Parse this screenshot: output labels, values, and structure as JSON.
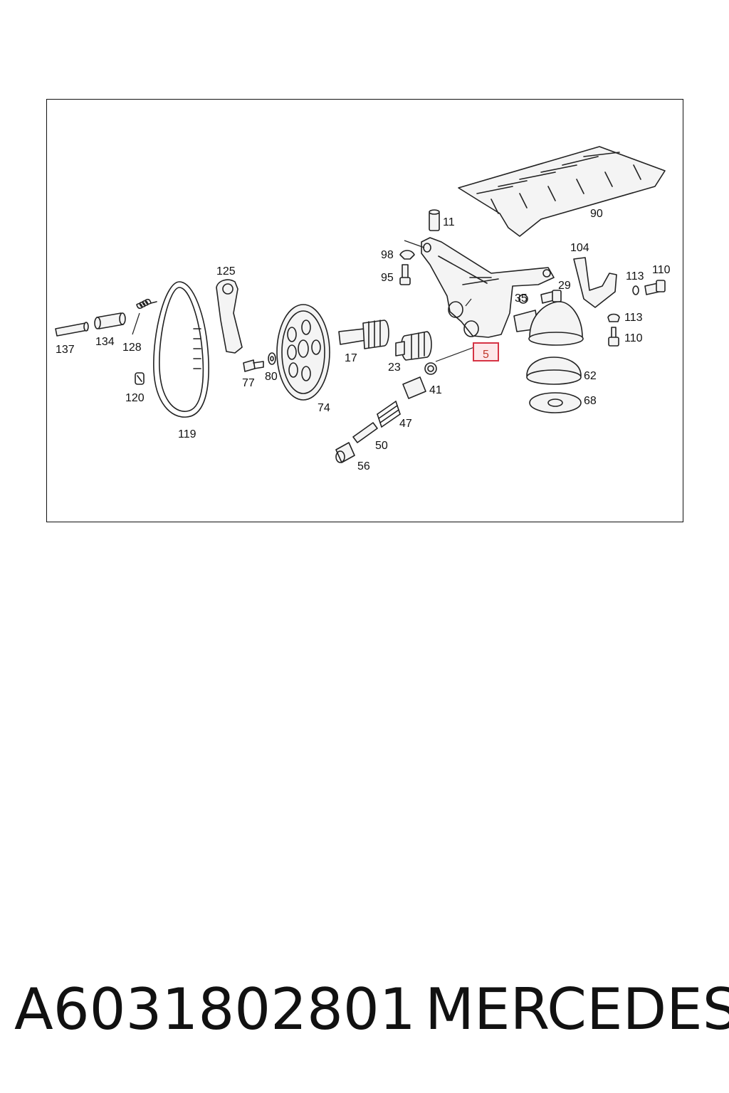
{
  "diagram": {
    "callouts": [
      "137",
      "134",
      "128",
      "120",
      "119",
      "125",
      "77",
      "80",
      "74",
      "17",
      "23",
      "41",
      "47",
      "50",
      "56",
      "5",
      "11",
      "98",
      "95",
      "35",
      "29",
      "90",
      "104",
      "113",
      "110",
      "113",
      "110",
      "62",
      "68"
    ],
    "highlighted_callout": "5",
    "highlight_color": "#d63344"
  },
  "caption": {
    "part_number": "A6031802801",
    "brand": "MERCEDES"
  }
}
